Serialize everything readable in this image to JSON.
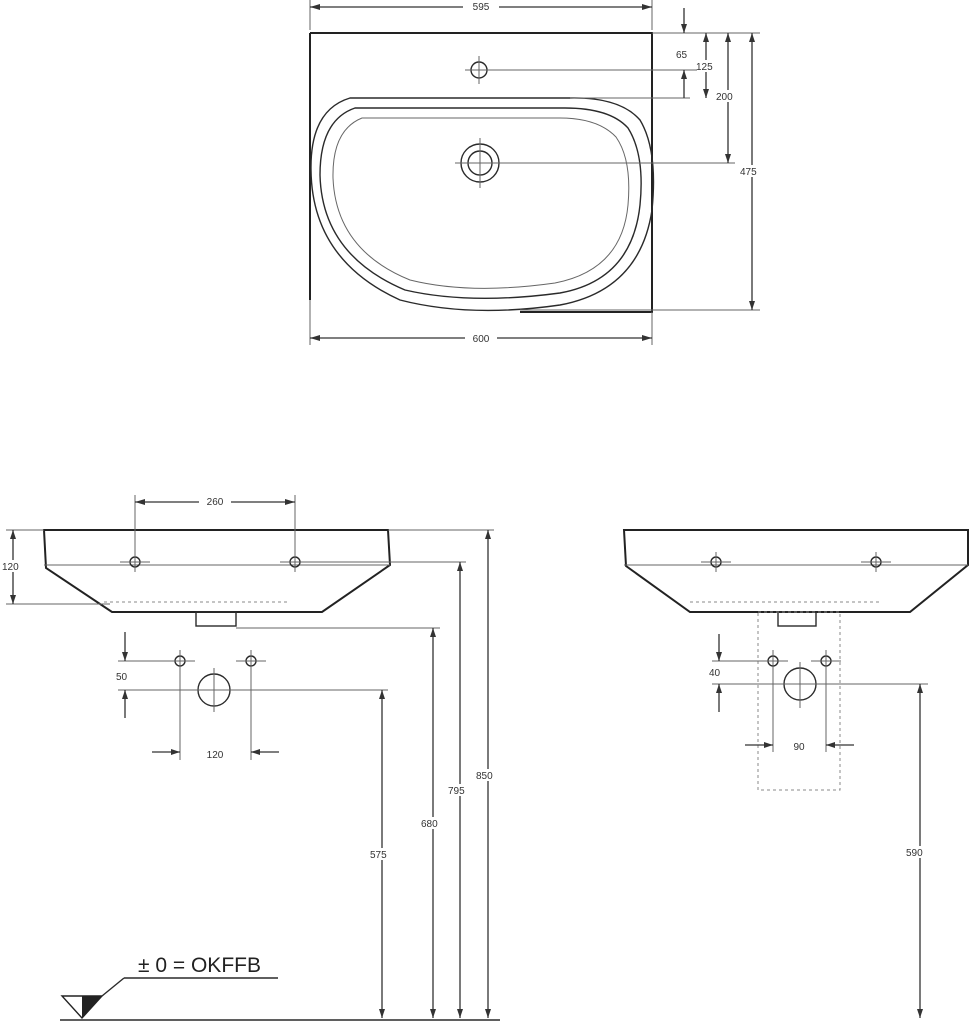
{
  "top_view": {
    "width_top": "595",
    "width_bottom": "600",
    "d65": "65",
    "d125": "125",
    "d200": "200",
    "d475": "475"
  },
  "front_view": {
    "d260": "260",
    "d120_height": "120",
    "d50": "50",
    "d120_width": "120",
    "d575": "575",
    "d680": "680",
    "d795": "795",
    "d850": "850"
  },
  "side_view": {
    "d40": "40",
    "d90": "90",
    "d590": "590"
  },
  "floor_reference": "± 0 = OKFFB"
}
